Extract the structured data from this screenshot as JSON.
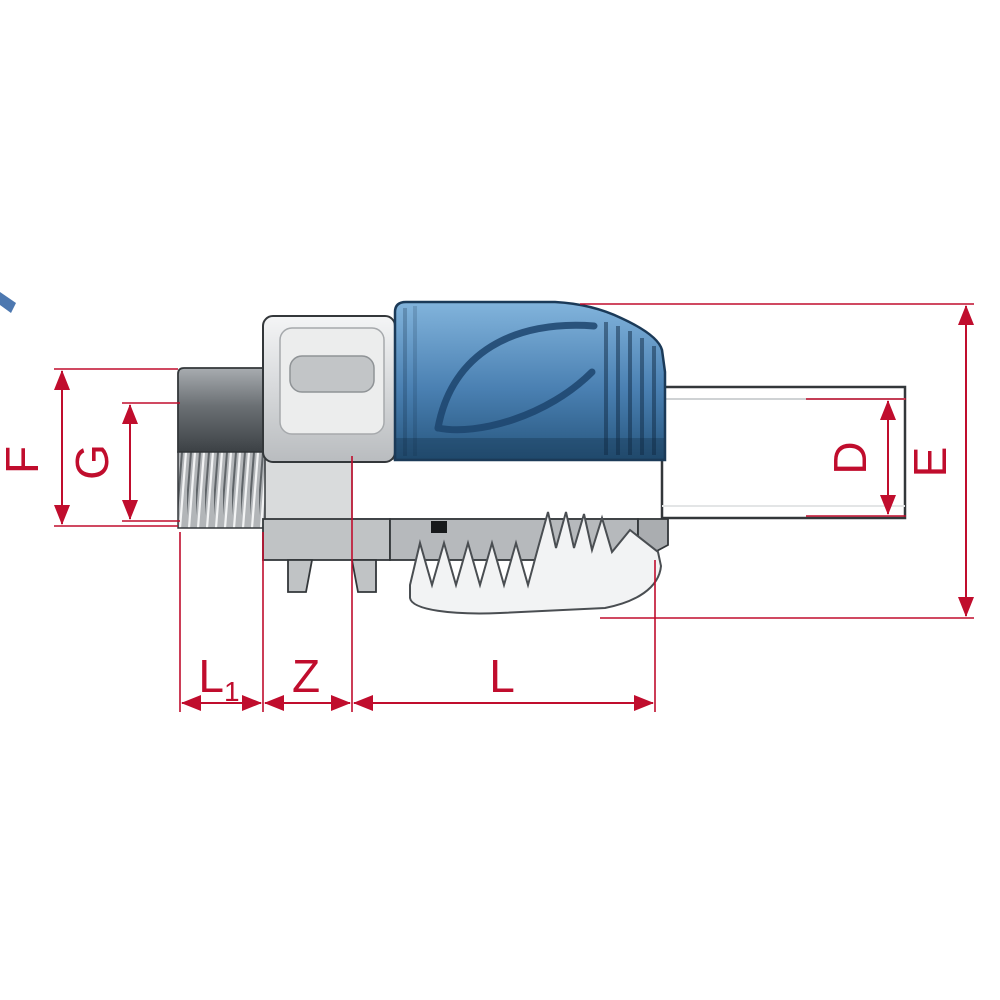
{
  "diagram": {
    "type": "technical-dimension-drawing",
    "subject": "Compression fitting coupling with female thread, half-section side view with dimension lines",
    "dimension_labels": {
      "F": "F",
      "G": "G",
      "D": "D",
      "E": "E",
      "L1_main": "L",
      "L1_sub": "1",
      "Z": "Z",
      "L": "L"
    },
    "colors": {
      "dimension_red": "#c00d2d",
      "nut_blue_light": "#82b4dc",
      "nut_blue_mid": "#4a80b2",
      "nut_blue_dark": "#27567e",
      "metal_light": "#a8acb0",
      "metal_mid": "#6b7074",
      "metal_dark": "#3c4145",
      "body_light": "#f4f5f6",
      "body_mid": "#b9bcbf",
      "outline": "#33373a",
      "pipe_white": "#ffffff",
      "artifact_blue": "#4d78b0"
    }
  }
}
